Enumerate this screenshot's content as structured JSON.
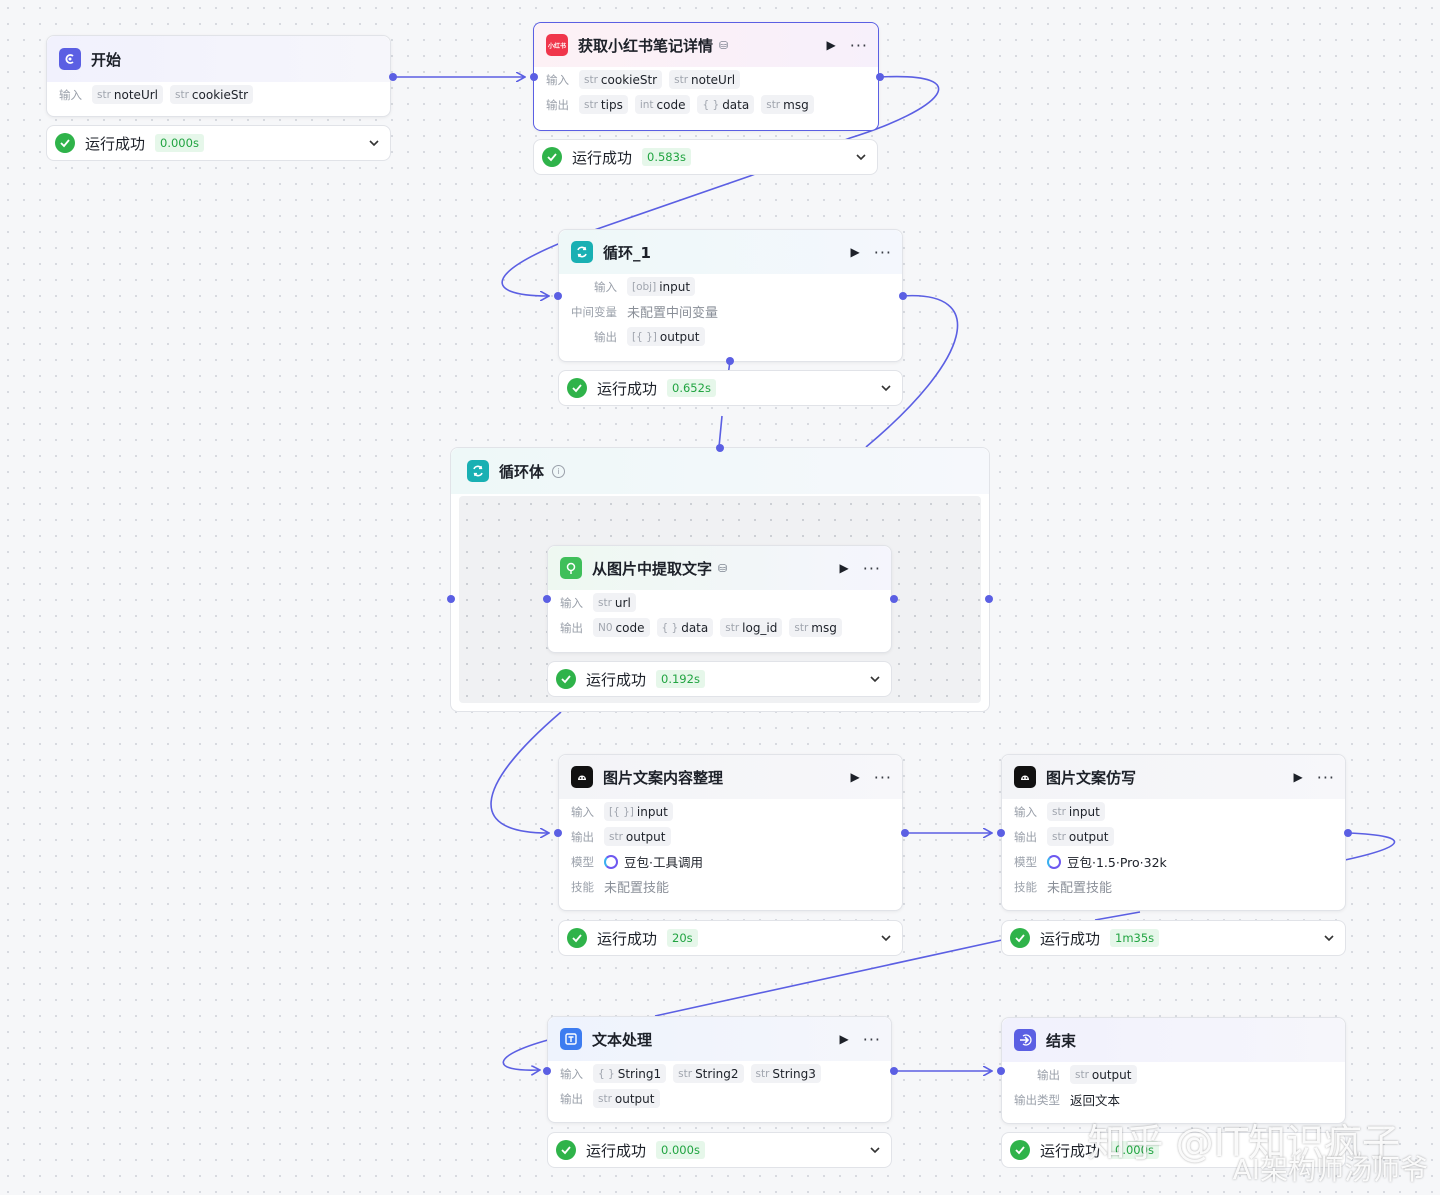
{
  "labels": {
    "input": "输入",
    "output": "输出",
    "mid_var": "中间变量",
    "model": "模型",
    "skill": "技能",
    "output_type": "输出类型"
  },
  "status_text": "运行成功",
  "nodes": {
    "start": {
      "title": "开始",
      "inputs": [
        {
          "type": "str",
          "name": "noteUrl"
        },
        {
          "type": "str",
          "name": "cookieStr"
        }
      ],
      "time": "0.000s"
    },
    "xhs": {
      "title": "获取小红书笔记详情",
      "icon_text": "小红书",
      "inputs": [
        {
          "type": "str",
          "name": "cookieStr"
        },
        {
          "type": "str",
          "name": "noteUrl"
        }
      ],
      "outputs": [
        {
          "type": "str",
          "name": "tips"
        },
        {
          "type": "int",
          "name": "code"
        },
        {
          "type": "{ }",
          "name": "data"
        },
        {
          "type": "str",
          "name": "msg"
        }
      ],
      "time": "0.583s"
    },
    "loop": {
      "title": "循环_1",
      "inputs": [
        {
          "type": "[obj]",
          "name": "input"
        }
      ],
      "mid_value": "未配置中间变量",
      "outputs": [
        {
          "type": "[{ }]",
          "name": "output"
        }
      ],
      "time": "0.652s"
    },
    "loop_body": {
      "title": "循环体"
    },
    "ocr": {
      "title": "从图片中提取文字",
      "inputs": [
        {
          "type": "str",
          "name": "url"
        }
      ],
      "outputs": [
        {
          "type": "N0",
          "name": "code"
        },
        {
          "type": "{ }",
          "name": "data"
        },
        {
          "type": "str",
          "name": "log_id"
        },
        {
          "type": "str",
          "name": "msg"
        }
      ],
      "time": "0.192s"
    },
    "organize": {
      "title": "图片文案内容整理",
      "inputs": [
        {
          "type": "[{ }]",
          "name": "input"
        }
      ],
      "outputs": [
        {
          "type": "str",
          "name": "output"
        }
      ],
      "model": "豆包·工具调用",
      "skill": "未配置技能",
      "time": "20s"
    },
    "imitate": {
      "title": "图片文案仿写",
      "inputs": [
        {
          "type": "str",
          "name": "input"
        }
      ],
      "outputs": [
        {
          "type": "str",
          "name": "output"
        }
      ],
      "model": "豆包·1.5·Pro·32k",
      "skill": "未配置技能",
      "time": "1m35s"
    },
    "text": {
      "title": "文本处理",
      "inputs": [
        {
          "type": "{ }",
          "name": "String1"
        },
        {
          "type": "str",
          "name": "String2"
        },
        {
          "type": "str",
          "name": "String3"
        }
      ],
      "outputs": [
        {
          "type": "str",
          "name": "output"
        }
      ],
      "time": "0.000s"
    },
    "end": {
      "title": "结束",
      "outputs": [
        {
          "type": "str",
          "name": "output"
        }
      ],
      "output_type": "返回文本",
      "time": "0.000s"
    }
  },
  "watermark": {
    "line1": "知乎 @IT知识疯子",
    "line2": "AI架构师汤师爷"
  },
  "colors": {
    "accent": "#5b5fe3",
    "success": "#2fb34a",
    "edge": "#5b5fe3"
  },
  "icons": {
    "start": "start-icon",
    "xhs": "xiaohongshu-icon",
    "loop": "loop-icon",
    "ocr": "ocr-icon",
    "llm": "llm-icon",
    "text": "text-process-icon",
    "end": "end-icon"
  }
}
